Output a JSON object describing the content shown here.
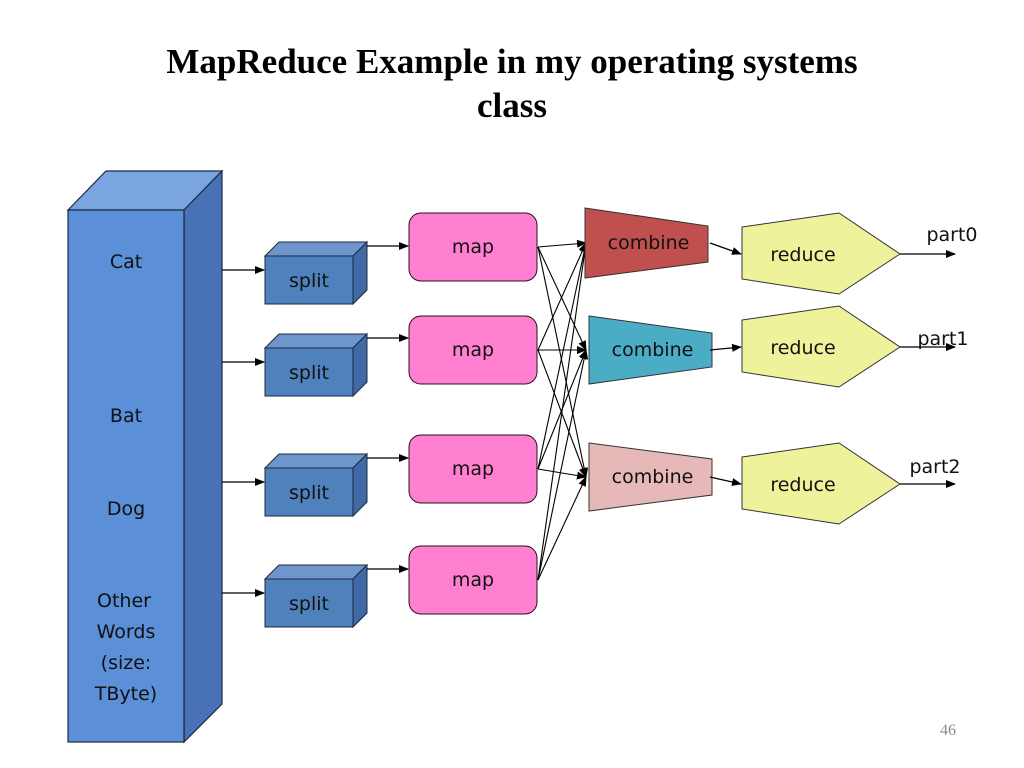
{
  "slide": {
    "title_line1": "MapReduce Example in my operating systems",
    "title_line2": "class",
    "page_number": "46"
  },
  "input_block": {
    "words": [
      "Cat",
      "Bat",
      "Dog"
    ],
    "other_lines": [
      "Other",
      "Words",
      "(size:",
      "TByte)"
    ]
  },
  "split_label": "split",
  "map_label": "map",
  "combiners": [
    {
      "label": "combine",
      "color": "#C0504D"
    },
    {
      "label": "combine",
      "color": "#4BACC6"
    },
    {
      "label": "combine",
      "color": "#E6B9B8"
    }
  ],
  "reduce_label": "reduce",
  "outputs": [
    "part0",
    "part1",
    "part2"
  ],
  "colors": {
    "block_front": "#5B8FD8",
    "block_top": "#7AA5E0",
    "block_side": "#4872B5",
    "split_front": "#4F81BD",
    "map_fill": "#FF80D0",
    "reduce_fill": "#EEF29A"
  }
}
